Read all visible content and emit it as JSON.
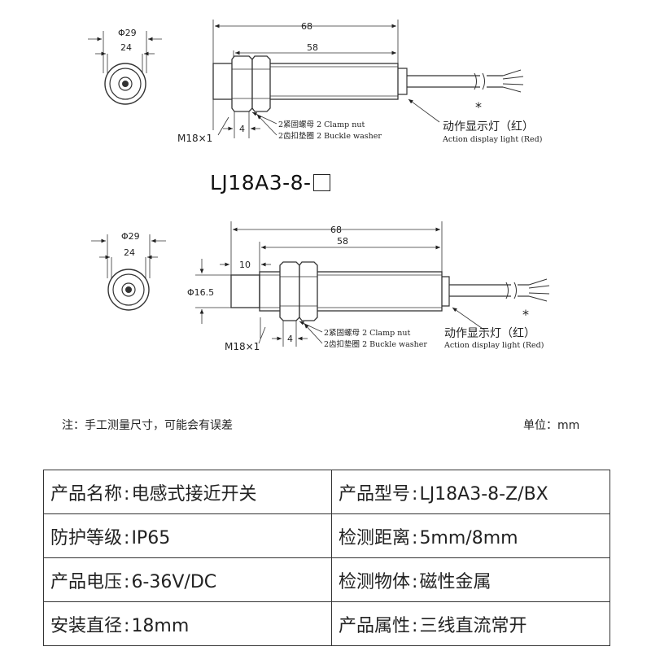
{
  "diagram_top": {
    "front_outer_dia": "Φ29",
    "front_inner_dia": "24",
    "overall_length": "68",
    "body_length": "58",
    "clamp_nut_width": "4",
    "thread": "M18×1",
    "clamp_nut_label": "2紧固螺母 2 Clamp nut",
    "washer_label": "2齿扣垫圈 2 Buckle washer",
    "light_label_cn": "动作显示灯（红）",
    "light_label_en": "Action display light (Red)",
    "star": "*"
  },
  "model_title": "LJ18A3-8-",
  "diagram_bottom": {
    "front_outer_dia": "Φ29",
    "front_inner_dia": "24",
    "overall_length": "68",
    "body_length": "58",
    "head_length": "10",
    "head_dia": "Φ16.5",
    "clamp_nut_width": "4",
    "thread": "M18×1",
    "clamp_nut_label": "2紧固螺母 2 Clamp nut",
    "washer_label": "2齿扣垫圈 2 Buckle washer",
    "light_label_cn": "动作显示灯（红）",
    "light_label_en": "Action display light (Red)",
    "star": "*"
  },
  "note": "注：手工测量尺寸，可能会有误差",
  "unit": "单位：mm",
  "spec_table": {
    "rows": [
      [
        {
          "label": "产品名称",
          "value": "电感式接近开关"
        },
        {
          "label": "产品型号",
          "value": "LJ18A3-8-Z/BX"
        }
      ],
      [
        {
          "label": "防护等级",
          "value": "IP65"
        },
        {
          "label": "检测距离",
          "value": "5mm/8mm"
        }
      ],
      [
        {
          "label": "产品电压",
          "value": "6-36V/DC"
        },
        {
          "label": "检测物体",
          "value": "磁性金属"
        }
      ],
      [
        {
          "label": "安装直径",
          "value": "18mm"
        },
        {
          "label": "产品属性",
          "value": "三线直流常开"
        }
      ]
    ]
  }
}
